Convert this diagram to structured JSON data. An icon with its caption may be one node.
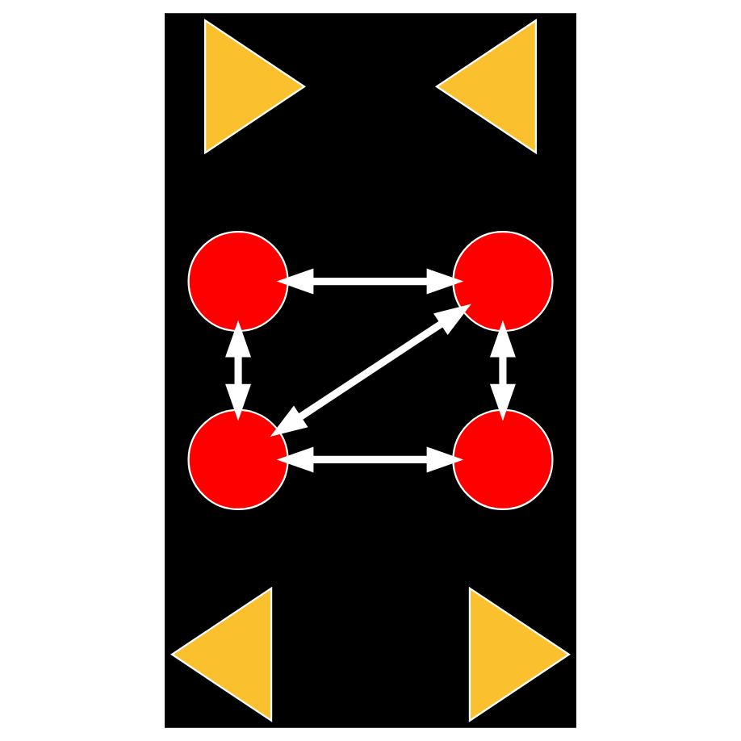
{
  "diagram": {
    "nodes": [
      {
        "text": [],
        "shape": "triangle"
      },
      {
        "text": [],
        "shape": "triangle"
      },
      {
        "text": [],
        "shape": "circle"
      },
      {
        "text": [],
        "shape": "circle"
      },
      {
        "text": [],
        "shape": "circle"
      },
      {
        "text": [],
        "shape": "circle"
      },
      {
        "text": [],
        "shape": "triangle"
      },
      {
        "text": [],
        "shape": "triangle"
      }
    ],
    "edges": [
      {
        "from": 2,
        "to": 3,
        "arrow": "both"
      },
      {
        "from": 2,
        "to": 4,
        "arrow": "both"
      },
      {
        "from": 4,
        "to": 3,
        "arrow": "both"
      },
      {
        "from": 3,
        "to": 5,
        "arrow": "both"
      },
      {
        "from": 4,
        "to": 5,
        "arrow": "both"
      }
    ]
  }
}
